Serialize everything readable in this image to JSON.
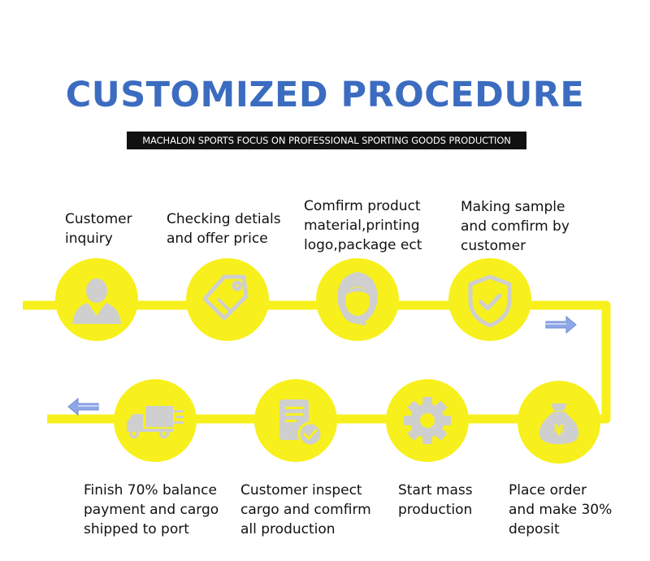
{
  "header": {
    "title": "CUSTOMIZED PROCEDURE",
    "subtitle": "MACHALON  SPORTS FOCUS ON PROFESSIONAL SPORTING GOODS PRODUCTION"
  },
  "colors": {
    "title": "#3b6cc0",
    "flow_line": "#f7f01c",
    "icon_gray": "#cfcfcf",
    "arrow_blue": "#8fa7e6"
  },
  "steps": [
    {
      "label": "Customer\ninquiry",
      "icon": "user-icon"
    },
    {
      "label": "Checking detials\nand offer price",
      "icon": "price-tag-icon"
    },
    {
      "label": "Comfirm product\nmaterial,printing\nlogo,package ect",
      "icon": "customer-service-icon"
    },
    {
      "label": "Making sample\nand comfirm by\ncustomer",
      "icon": "shield-check-icon"
    },
    {
      "label": "Place order\nand make 30%\ndeposit",
      "icon": "money-bag-icon"
    },
    {
      "label": "Start mass\nproduction",
      "icon": "gear-icon"
    },
    {
      "label": "Customer inspect\ncargo and comfirm\nall production",
      "icon": "document-check-icon"
    },
    {
      "label": "Finish 70% balance\npayment and cargo\nshipped to port",
      "icon": "truck-icon"
    }
  ]
}
